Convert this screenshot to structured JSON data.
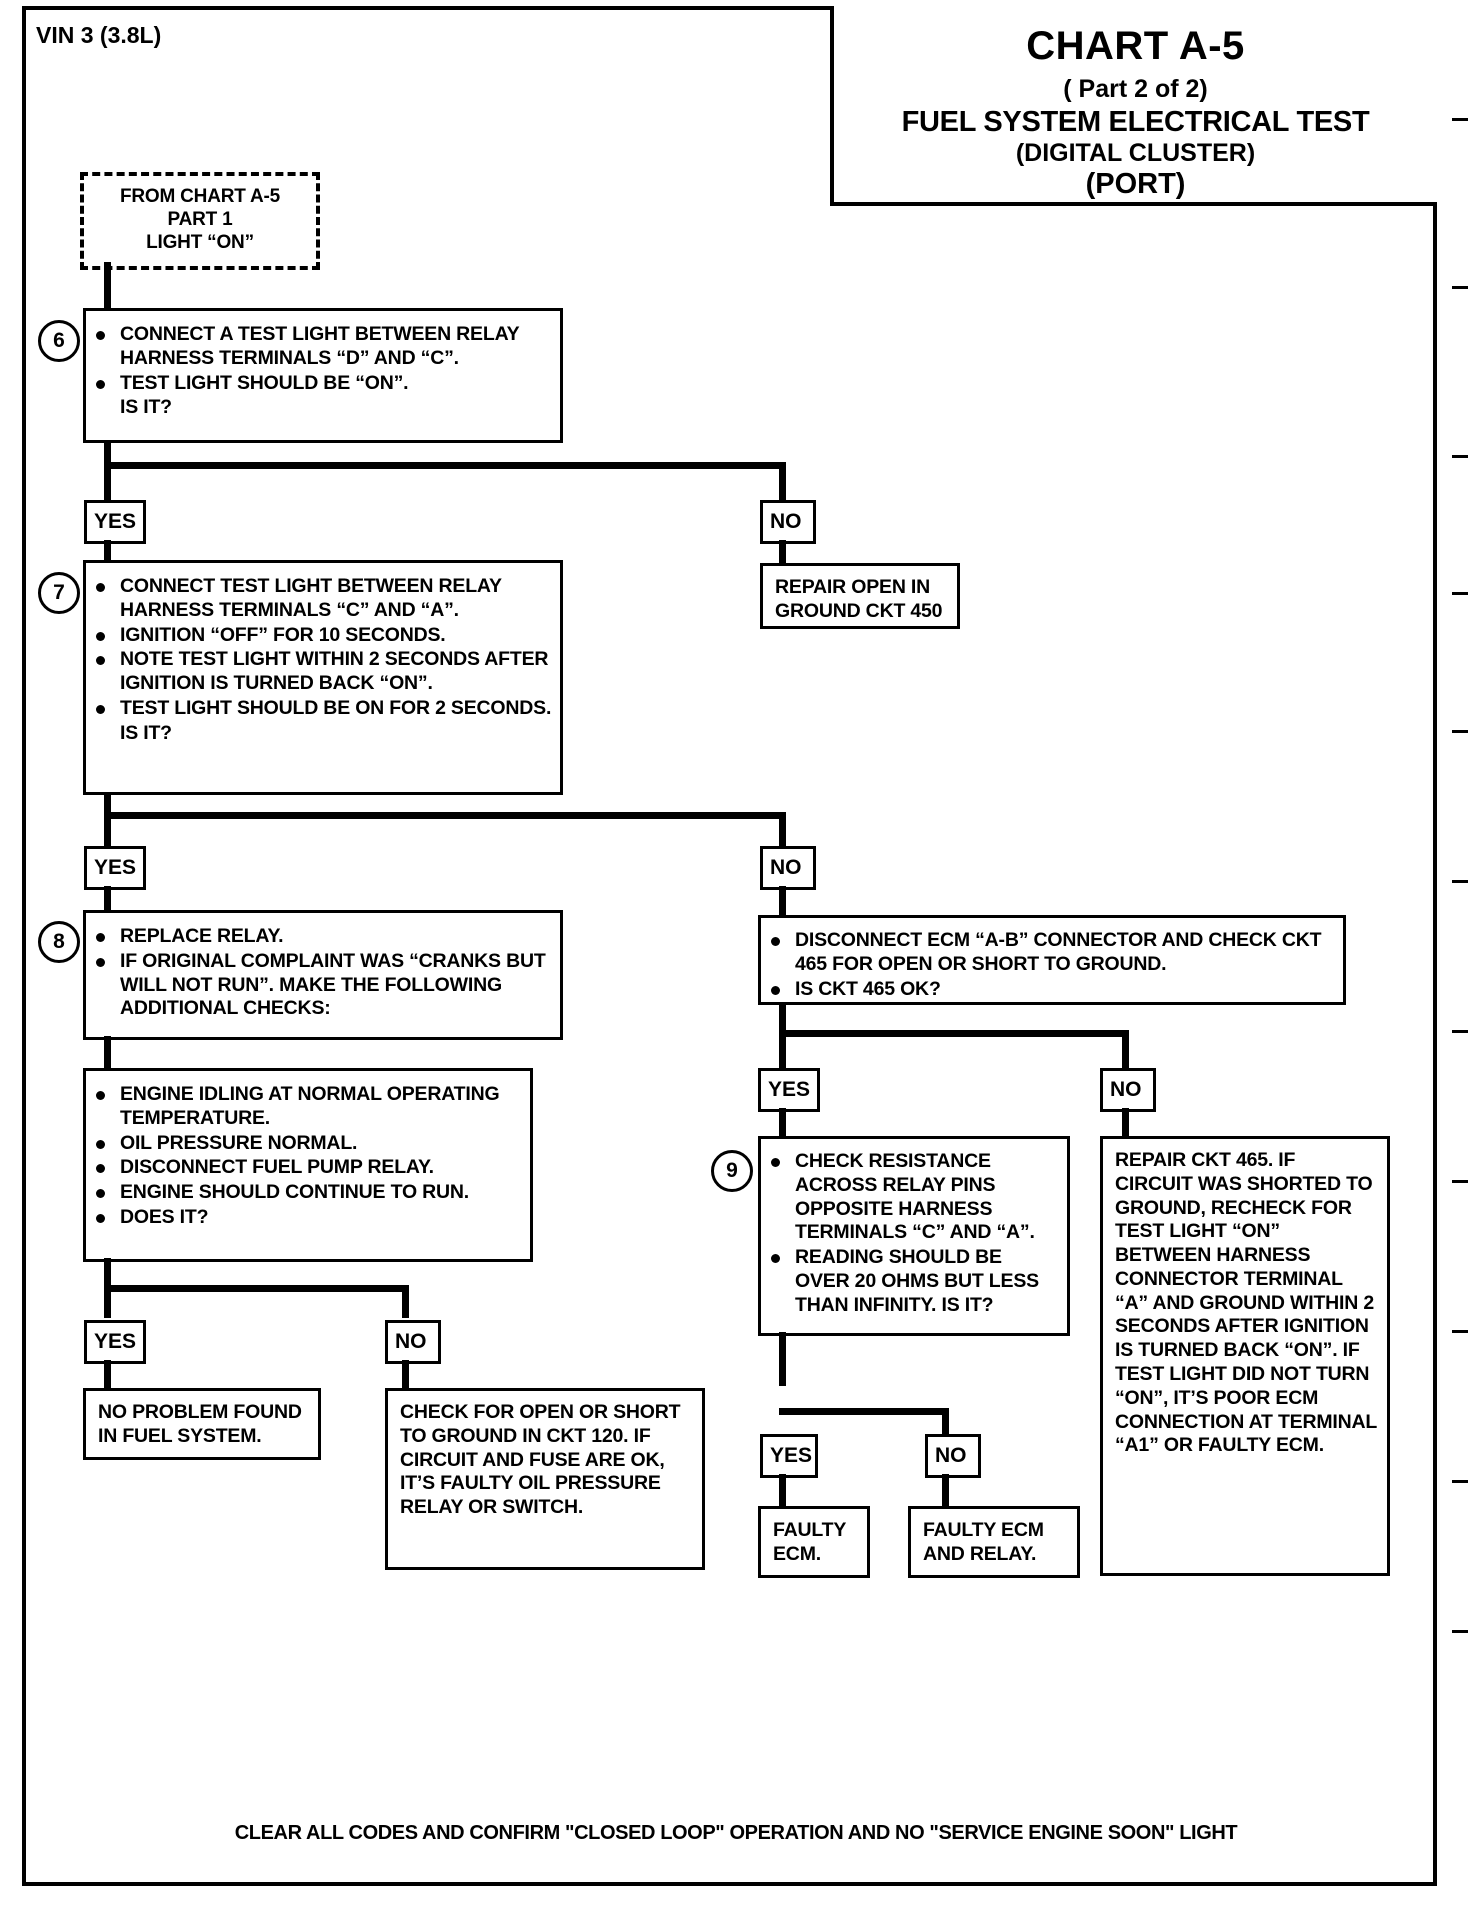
{
  "page": {
    "vin_label": "VIN 3 (3.8L)",
    "footer": "CLEAR ALL CODES AND CONFIRM \"CLOSED LOOP\" OPERATION AND NO \"SERVICE ENGINE SOON\" LIGHT"
  },
  "title_block": {
    "chart": "CHART A-5",
    "part": "( Part  2 of 2)",
    "name": "FUEL SYSTEM ELECTRICAL TEST",
    "cluster": "(DIGITAL CLUSTER)",
    "port": "(PORT)"
  },
  "entry": {
    "line1": "FROM CHART A-5",
    "line2": "PART 1",
    "line3": "LIGHT “ON”"
  },
  "steps": {
    "s6": {
      "number": "6",
      "bullets": [
        "CONNECT A TEST LIGHT BETWEEN RELAY HARNESS TERMINALS “D” AND “C”.",
        "TEST LIGHT SHOULD BE “ON”."
      ],
      "tail": "IS IT?"
    },
    "s7": {
      "number": "7",
      "bullets": [
        "CONNECT TEST LIGHT BETWEEN RELAY HARNESS TERMINALS “C” AND “A”.",
        "IGNITION “OFF” FOR 10 SECONDS.",
        "NOTE TEST LIGHT WITHIN 2 SECONDS AFTER IGNITION IS TURNED BACK “ON”.",
        "TEST LIGHT SHOULD BE ON FOR 2 SECONDS."
      ],
      "tail": "IS IT?"
    },
    "s8": {
      "number": "8",
      "bullets": [
        "REPLACE RELAY.",
        "IF ORIGINAL COMPLAINT WAS “CRANKS BUT WILL NOT RUN”.  MAKE THE FOLLOWING ADDITIONAL CHECKS:"
      ]
    },
    "s8b": {
      "bullets": [
        "ENGINE IDLING AT NORMAL OPERATING TEMPERATURE.",
        "OIL PRESSURE NORMAL.",
        "DISCONNECT FUEL PUMP RELAY.",
        "ENGINE SHOULD CONTINUE TO RUN.",
        "DOES IT?"
      ]
    },
    "s9": {
      "number": "9",
      "bullets": [
        "CHECK RESISTANCE ACROSS RELAY PINS OPPOSITE HARNESS TERMINALS “C” AND “A”.",
        "READING SHOULD BE OVER 20 OHMS BUT LESS THAN INFINITY.  IS IT?"
      ]
    },
    "ecm_check": {
      "bullets": [
        "DISCONNECT ECM “A-B” CONNECTOR AND CHECK CKT 465 FOR OPEN OR SHORT TO GROUND.",
        "IS CKT 465 OK?"
      ]
    }
  },
  "results": {
    "repair_ground": "REPAIR OPEN IN GROUND CKT 450",
    "no_problem": "NO PROBLEM FOUND IN FUEL SYSTEM.",
    "check_ckt120": "CHECK FOR OPEN OR SHORT TO GROUND IN CKT 120.  IF CIRCUIT AND FUSE ARE OK, IT’S FAULTY OIL PRESSURE RELAY OR  SWITCH.",
    "faulty_ecm": "FAULTY ECM.",
    "faulty_ecm_relay": "FAULTY ECM AND RELAY.",
    "repair_ckt465": "REPAIR CKT 465.  IF CIRCUIT WAS SHORTED TO GROUND, RECHECK FOR TEST LIGHT “ON” BETWEEN HARNESS CONNECTOR TERMINAL “A” AND GROUND WITHIN 2 SECONDS AFTER IGNITION IS TURNED BACK “ON”.  IF TEST LIGHT DID NOT TURN “ON”, IT’S POOR ECM CONNECTION AT TERMINAL “A1” OR FAULTY ECM."
  },
  "branches": {
    "yes": "YES",
    "no": "NO"
  }
}
